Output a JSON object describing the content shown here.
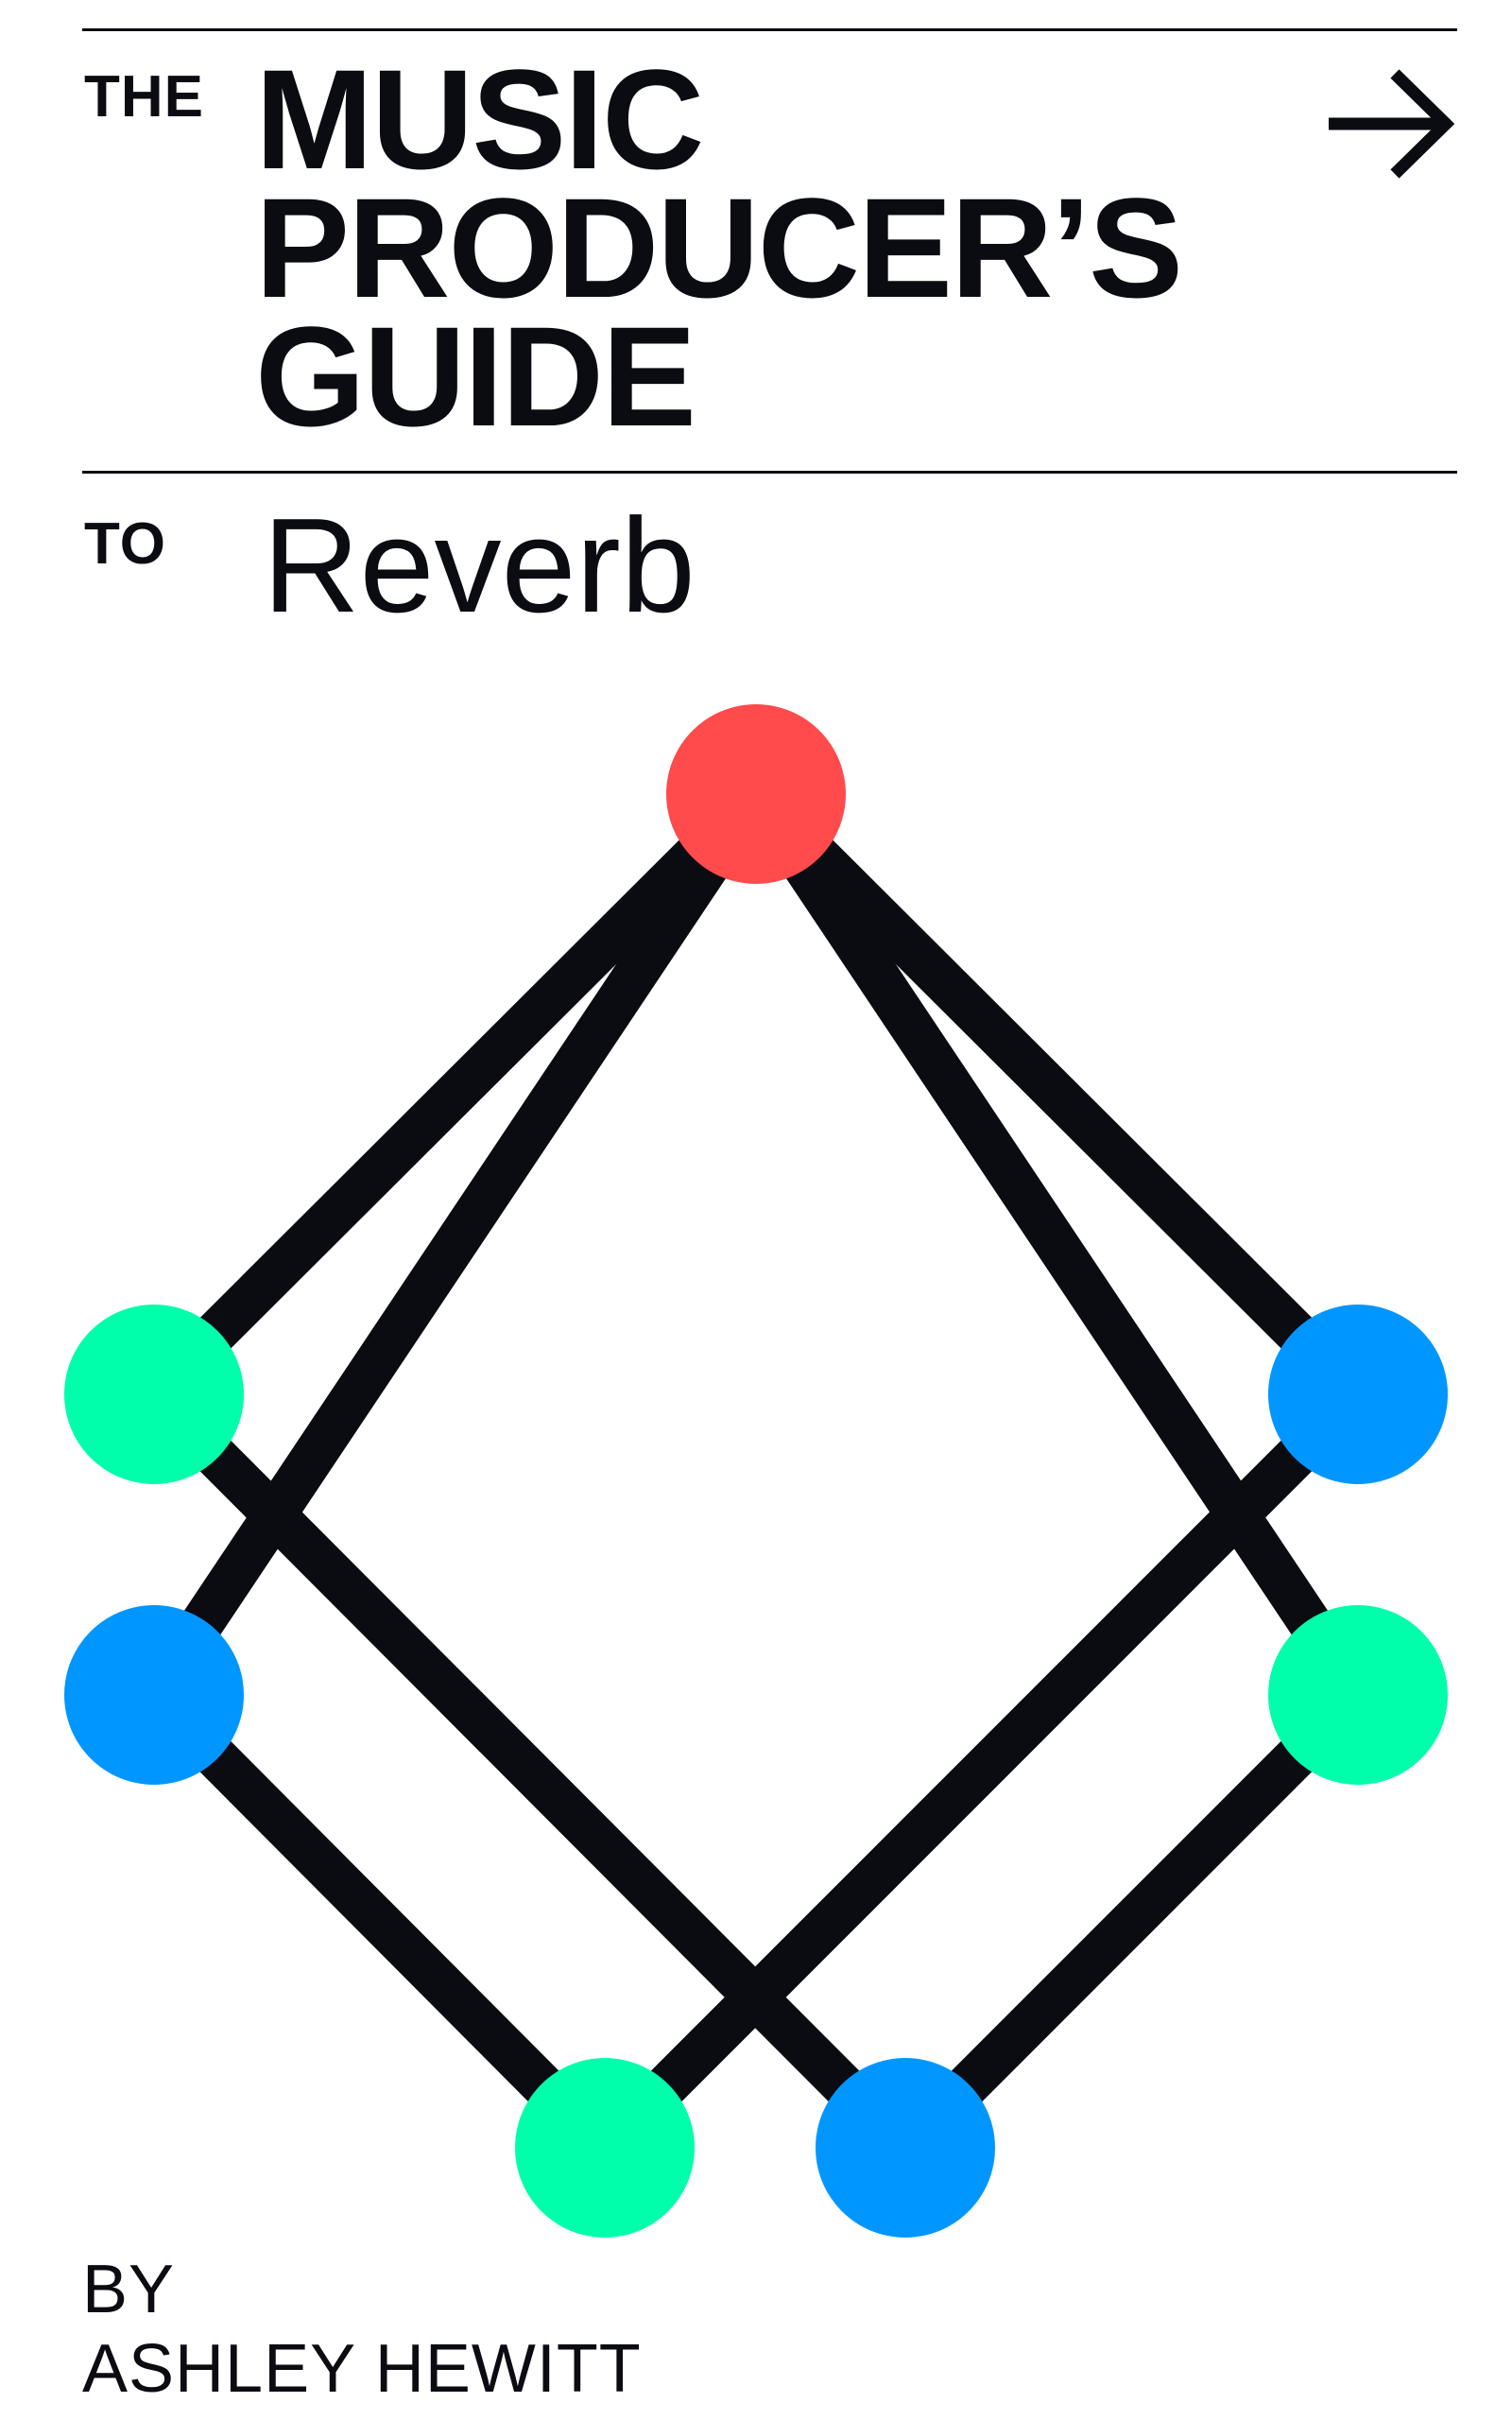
{
  "cover": {
    "small_top": "THE",
    "title_lines": [
      "MUSIC",
      "PRODUCER’S",
      "GUIDE"
    ],
    "small_mid": "TO",
    "subject": "Reverb",
    "by_label": "BY",
    "author": "ASHLEY HEWITT"
  },
  "icons": {
    "arrow": "arrow-right-icon"
  },
  "colors": {
    "ink": "#0b0b12",
    "red": "#ff4b4b",
    "green": "#00ffab",
    "blue": "#0096ff",
    "background": "#ffffff"
  }
}
